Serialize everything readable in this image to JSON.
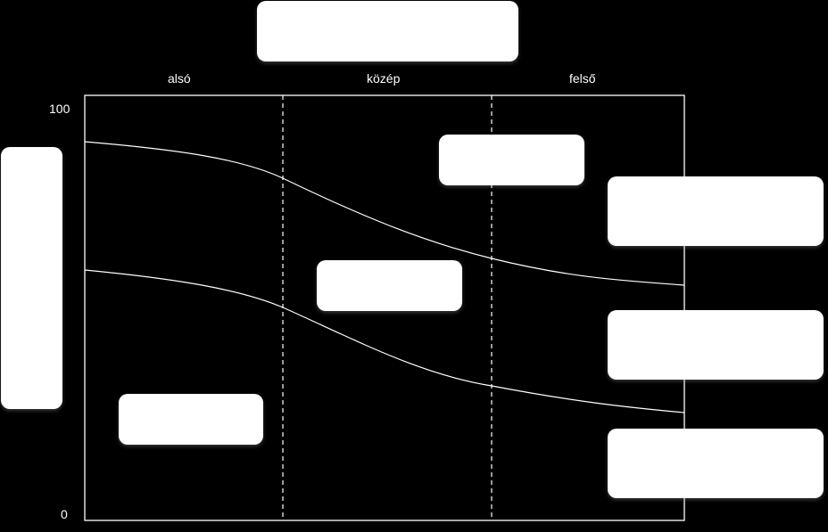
{
  "section_labels": [
    "alsó",
    "közép",
    "felső"
  ],
  "axis": {
    "y_max_label": "100",
    "y_min_label": "0"
  },
  "boxes": {
    "title_box": "",
    "y_axis_box": "",
    "box_also": "",
    "box_kozep": "",
    "box_felso": "",
    "right_box_1": "",
    "right_box_2": "",
    "right_box_3": ""
  },
  "line_color": "#ffffff",
  "background_color": "#000000"
}
